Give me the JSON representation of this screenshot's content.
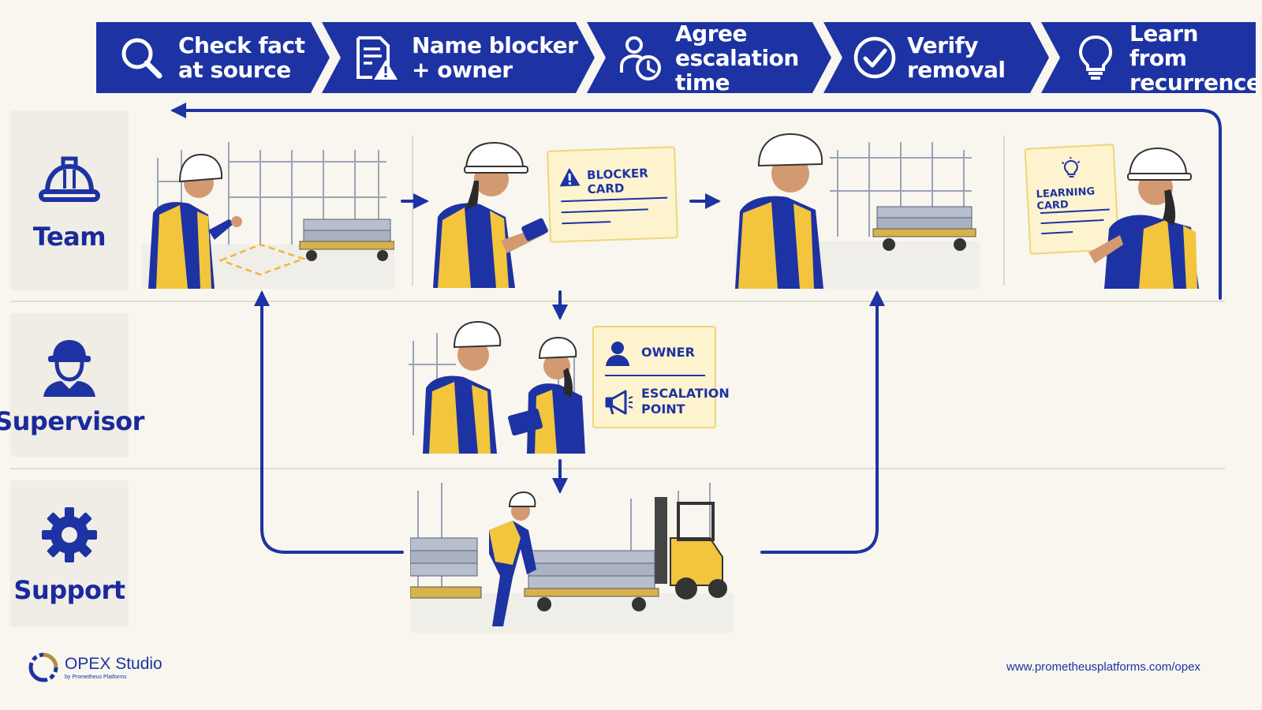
{
  "steps": [
    {
      "label": "Check fact at source",
      "icon": "magnifier-icon"
    },
    {
      "label": "Name blocker + owner",
      "icon": "document-warning-icon"
    },
    {
      "label": "Agree escalation time",
      "icon": "person-clock-icon"
    },
    {
      "label": "Verify removal",
      "icon": "check-circle-icon"
    },
    {
      "label": "Learn from recurrence",
      "icon": "lightbulb-icon"
    }
  ],
  "lanes": [
    {
      "label": "Team",
      "icon": "hard-hat-icon"
    },
    {
      "label": "Supervisor",
      "icon": "supervisor-icon"
    },
    {
      "label": "Support",
      "icon": "gear-icon"
    }
  ],
  "cards": {
    "blocker": "BLOCKER CARD",
    "learning": "LEARNING CARD",
    "owner": "OWNER",
    "escalation": "ESCALATION POINT"
  },
  "footer": {
    "brand": "OPEX Studio",
    "brand_sub": "by Prometheus Platforms",
    "url": "www.prometheusplatforms.com/opex"
  },
  "colors": {
    "primary": "#1d33a3",
    "background": "#f8f6ee",
    "vest": "#f2c53d",
    "card": "#fdf4cf"
  }
}
